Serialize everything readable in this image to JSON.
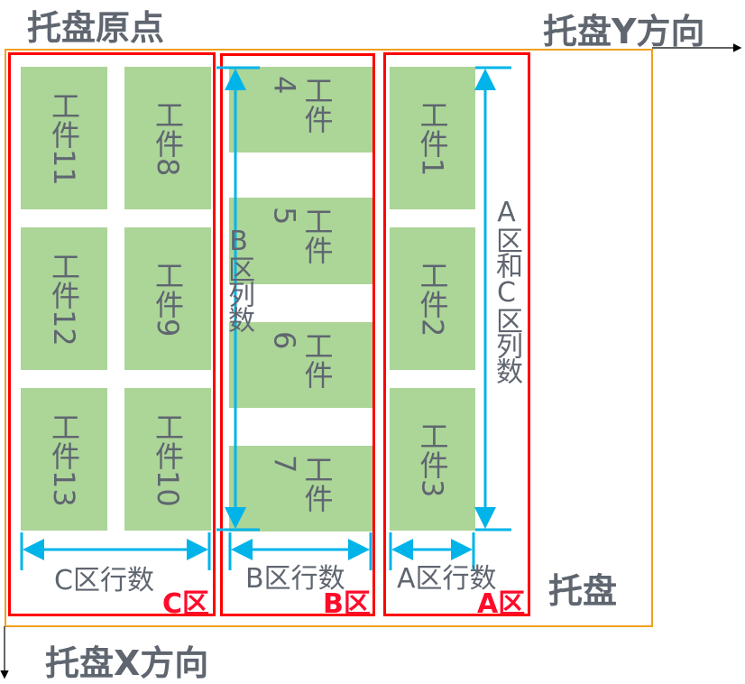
{
  "labels": {
    "origin": "托盘原点",
    "y_direction": "托盘Y方向",
    "x_direction": "托盘X方向",
    "pallet": "托盘",
    "zone_a": "A区",
    "zone_b": "B区",
    "zone_c": "C区",
    "a_rows": "A区行数",
    "b_rows": "B区行数",
    "c_rows": "C区行数",
    "b_cols": "B区列数",
    "ac_cols": "A区和C区列数"
  },
  "workpieces": {
    "c": [
      "工件11",
      "工件8",
      "工件12",
      "工件9",
      "工件13",
      "工件10"
    ],
    "b": [
      "工件4",
      "工件5",
      "工件6",
      "工件7"
    ],
    "a": [
      "工件1",
      "工件2",
      "工件3"
    ]
  },
  "colors": {
    "pallet": "#f0a020",
    "zone": "#ff0000",
    "tile": "#acd598",
    "dimension": "#00b4ea",
    "text": "#5f6670"
  }
}
